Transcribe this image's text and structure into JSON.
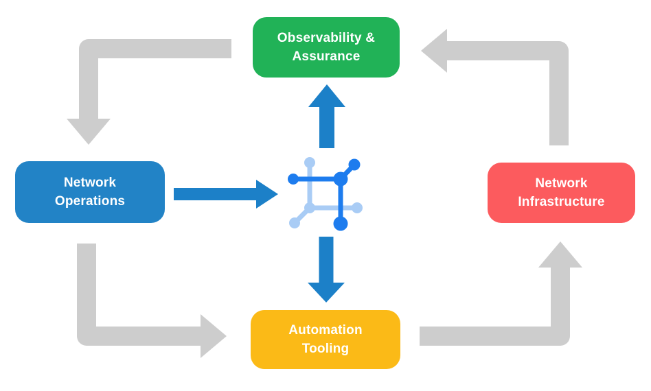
{
  "colors": {
    "background": "#FFFFFF",
    "text": "#FFFFFF",
    "arrow_gray": "#CDCDCD",
    "arrow_blue": "#1C80C8",
    "icon_blue_dark": "#1D7CEE",
    "icon_blue_light": "#A9CCF5"
  },
  "nodes": [
    {
      "id": "observability-assurance",
      "lines": [
        "Observability &",
        "Assurance"
      ],
      "color": "#21B257"
    },
    {
      "id": "network-operations",
      "lines": [
        "Network",
        "Operations"
      ],
      "color": "#2283C6"
    },
    {
      "id": "network-infrastructure",
      "lines": [
        "Network",
        "Infrastructure"
      ],
      "color": "#FC5B5E"
    },
    {
      "id": "automation-tooling",
      "lines": [
        "Automation",
        "Tooling"
      ],
      "color": "#FBBA17"
    }
  ],
  "icon": {
    "name": "network-fabric-icon"
  }
}
